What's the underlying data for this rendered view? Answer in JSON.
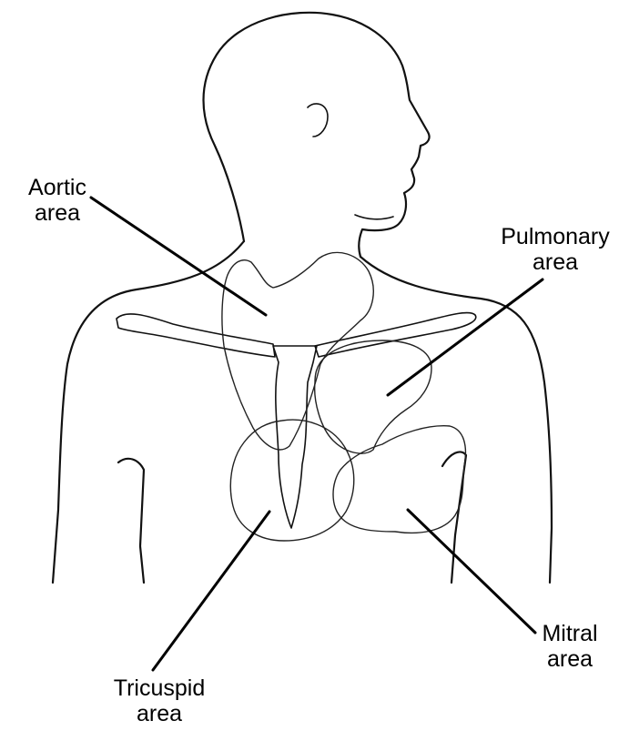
{
  "labels": {
    "aortic": {
      "line1": "Aortic",
      "line2": "area"
    },
    "pulmonary": {
      "line1": "Pulmonary",
      "line2": "area"
    },
    "tricuspid": {
      "line1": "Tricuspid",
      "line2": "area"
    },
    "mitral": {
      "line1": "Mitral",
      "line2": "area"
    }
  },
  "colors": {
    "line": "#111111",
    "background": "#ffffff"
  }
}
